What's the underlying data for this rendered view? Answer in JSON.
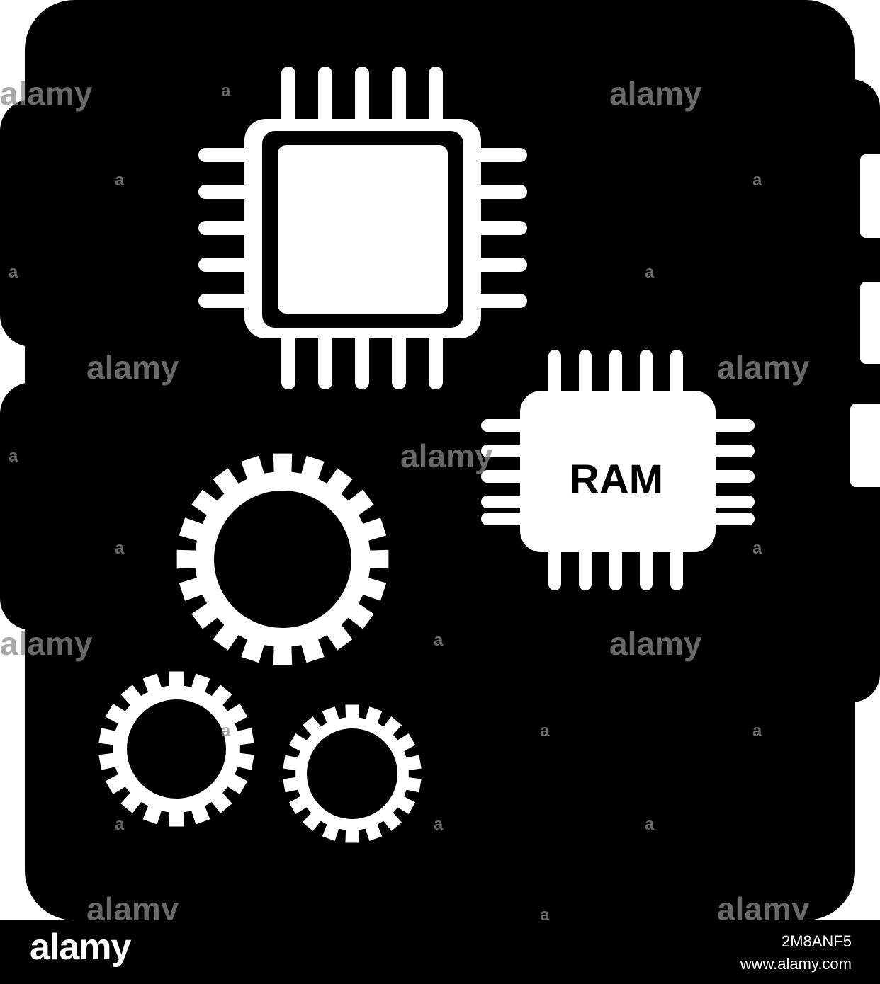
{
  "illustration": {
    "title": "",
    "icon_names": [
      "motherboard-icon",
      "cpu-chip-icon",
      "ram-chip-icon",
      "gear-icon"
    ],
    "ram_label": "RAM",
    "colors": {
      "board": "#000000",
      "foreground": "#ffffff",
      "watermark": "#8c8c8c"
    }
  },
  "watermark": {
    "text": "alamy",
    "letter": "a"
  },
  "footer": {
    "brand": "alamy",
    "image_id": "2M8ANF5",
    "site": "www.alamy.com",
    "colors": {
      "background": "#000000",
      "text": "#ffffff"
    }
  }
}
